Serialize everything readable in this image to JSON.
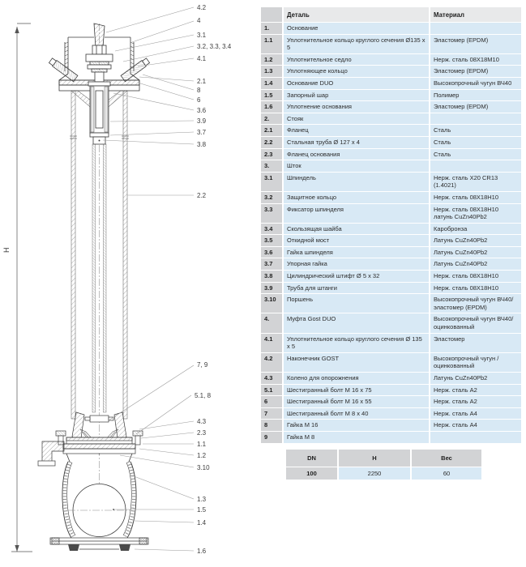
{
  "drawing": {
    "dimension_label": "H",
    "callouts": [
      {
        "label": "4.2"
      },
      {
        "label": "4"
      },
      {
        "label": "3.1"
      },
      {
        "label": "3.2, 3.3, 3.4"
      },
      {
        "label": "4.1"
      },
      {
        "label": "2.1"
      },
      {
        "label": "8"
      },
      {
        "label": "6"
      },
      {
        "label": "3.6"
      },
      {
        "label": "3.9"
      },
      {
        "label": "3.7"
      },
      {
        "label": "3.8"
      },
      {
        "label": "2.2"
      },
      {
        "label": "7, 9"
      },
      {
        "label": "5.1, 8"
      },
      {
        "label": "4.3"
      },
      {
        "label": "2.3"
      },
      {
        "label": "1.1"
      },
      {
        "label": "1.2"
      },
      {
        "label": "3.10"
      },
      {
        "label": "1.3"
      },
      {
        "label": "1.5"
      },
      {
        "label": "1.4"
      },
      {
        "label": "1.6"
      }
    ]
  },
  "parts_table": {
    "headers": {
      "part": "Деталь",
      "material": "Материал"
    },
    "rows": [
      {
        "num": "1.",
        "part": "Основание",
        "material": ""
      },
      {
        "num": "1.1",
        "part": "Уплотнительное кольцо круглого сечения Ø135 x 5",
        "material": "Эластомер (EPDM)"
      },
      {
        "num": "1.2",
        "part": "Уплотнительное седло",
        "material": "Нерж. сталь 08Х18М10"
      },
      {
        "num": "1.3",
        "part": "Уплотняющее кольцо",
        "material": "Эластомер (EPDM)"
      },
      {
        "num": "1.4",
        "part": "Основание DUO",
        "material": "Высокопрочный чугун ВЧ40"
      },
      {
        "num": "1.5",
        "part": "Запорный шар",
        "material": "Полимер"
      },
      {
        "num": "1.6",
        "part": "Уплотнение основания",
        "material": "Эластомер (EPDM)"
      },
      {
        "num": "2.",
        "part": "Стояк",
        "material": ""
      },
      {
        "num": "2.1",
        "part": "Фланец",
        "material": "Сталь"
      },
      {
        "num": "2.2",
        "part": "Стальная труба Ø 127 x 4",
        "material": "Сталь"
      },
      {
        "num": "2.3",
        "part": "Фланец основания",
        "material": "Сталь"
      },
      {
        "num": "3.",
        "part": "Шток",
        "material": ""
      },
      {
        "num": "3.1",
        "part": "Шпиндель",
        "material": "Нерж. сталь X20 CR13 (1.4021)"
      },
      {
        "num": "3.2",
        "part": "Защитное кольцо",
        "material": "Нерж. сталь 08Х18Н10"
      },
      {
        "num": "3.3",
        "part": "Фиксатор шпинделя",
        "material": "Нерж. сталь 08Х18Н10 латунь CuZn40Pb2"
      },
      {
        "num": "3.4",
        "part": "Скользящая шайба",
        "material": "Каробронза"
      },
      {
        "num": "3.5",
        "part": "Откидной мост",
        "material": "Латунь CuZn40Pb2"
      },
      {
        "num": "3.6",
        "part": "Гайка шпинделя",
        "material": "Латунь CuZn40Pb2"
      },
      {
        "num": "3.7",
        "part": "Упорная гайка",
        "material": "Латунь CuZn40Pb2"
      },
      {
        "num": "3.8",
        "part": "Цилиндрический штифт Ø 5 x 32",
        "material": "Нерж. сталь 08Х18Н10"
      },
      {
        "num": "3.9",
        "part": "Труба для штанги",
        "material": "Нерж. сталь 08Х18Н10"
      },
      {
        "num": "3.10",
        "part": "Поршень",
        "material": "Высокопрочный чугун ВЧ40/эластомер (EPDM)"
      },
      {
        "num": "4.",
        "part": "Муфта Gost DUO",
        "material": "Высокопрочный чугун ВЧ40/оцинкованный"
      },
      {
        "num": "4.1",
        "part": "Уплотнительное кольцо круглого сечения Ø 135 x 5",
        "material": "Эластомер"
      },
      {
        "num": "4.2",
        "part": "Наконечник GOST",
        "material": "Высокопрочный чугун / оцинкованный"
      },
      {
        "num": "4.3",
        "part": "Колено для опорожнения",
        "material": "Латунь CuZn40Pb2"
      },
      {
        "num": "5.1",
        "part": "Шестигранный болт М 16 x 75",
        "material": "Нерж. сталь А2"
      },
      {
        "num": "6",
        "part": "Шестигранный болт М 16 x 55",
        "material": "Нерж. сталь А2"
      },
      {
        "num": "7",
        "part": "Шестигранный болт М 8 x 40",
        "material": "Нерж. сталь А4"
      },
      {
        "num": "8",
        "part": "Гайка М 16",
        "material": "Нерж. сталь А4"
      },
      {
        "num": "9",
        "part": "Гайка М 8",
        "material": ""
      }
    ]
  },
  "dims_table": {
    "headers": {
      "dn": "DN",
      "h": "H",
      "weight": "Вес"
    },
    "rows": [
      {
        "dn": "100",
        "h": "2250",
        "weight": "60"
      }
    ]
  }
}
